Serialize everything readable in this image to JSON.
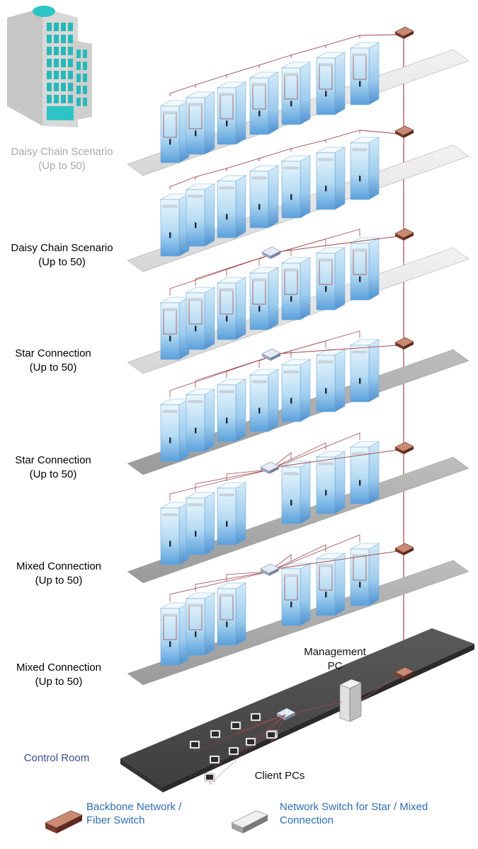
{
  "floors": [
    {
      "label_line1": "Daisy Chain Scenario",
      "label_line2": "(Up to 50)",
      "color": "#a8a8a8",
      "type": "daisy"
    },
    {
      "label_line1": "Daisy Chain Scenario",
      "label_line2": "(Up to 50)",
      "color": "#a8a8a8",
      "type": "daisy"
    },
    {
      "label_line1": "Star Connection",
      "label_line2": "(Up to 50)",
      "color": "#a8a8a8",
      "type": "star"
    },
    {
      "label_line1": "Star Connection",
      "label_line2": "(Up to 50)",
      "color": "#a8a8a8",
      "type": "star"
    },
    {
      "label_line1": "Mixed Connection",
      "label_line2": "(Up to 50)",
      "color": "#222222",
      "type": "mixed"
    },
    {
      "label_line1": "Mixed Connection",
      "label_line2": "(Up to 50)",
      "color": "#222222",
      "type": "mixed"
    }
  ],
  "control_room": {
    "label": "Control Room",
    "label_color": "#3a4f8f",
    "management_pc_line1": "Management",
    "management_pc_line2": "PC",
    "client_pcs": "Client PCs"
  },
  "legend": [
    {
      "icon": "backbone-switch-icon",
      "line1": "Backbone Network /",
      "line2": "Fiber Switch"
    },
    {
      "icon": "network-switch-icon",
      "line1": "Network Switch for Star / Mixed",
      "line2": "Connection"
    }
  ],
  "colors": {
    "cable": "#a0484e",
    "backbone_switch": "#8c4a3c",
    "network_switch": "#b8c4dc",
    "floor_light": "#e8e8e8",
    "floor_dark": "#4a4a4a",
    "rack": "#b9dcf2"
  }
}
